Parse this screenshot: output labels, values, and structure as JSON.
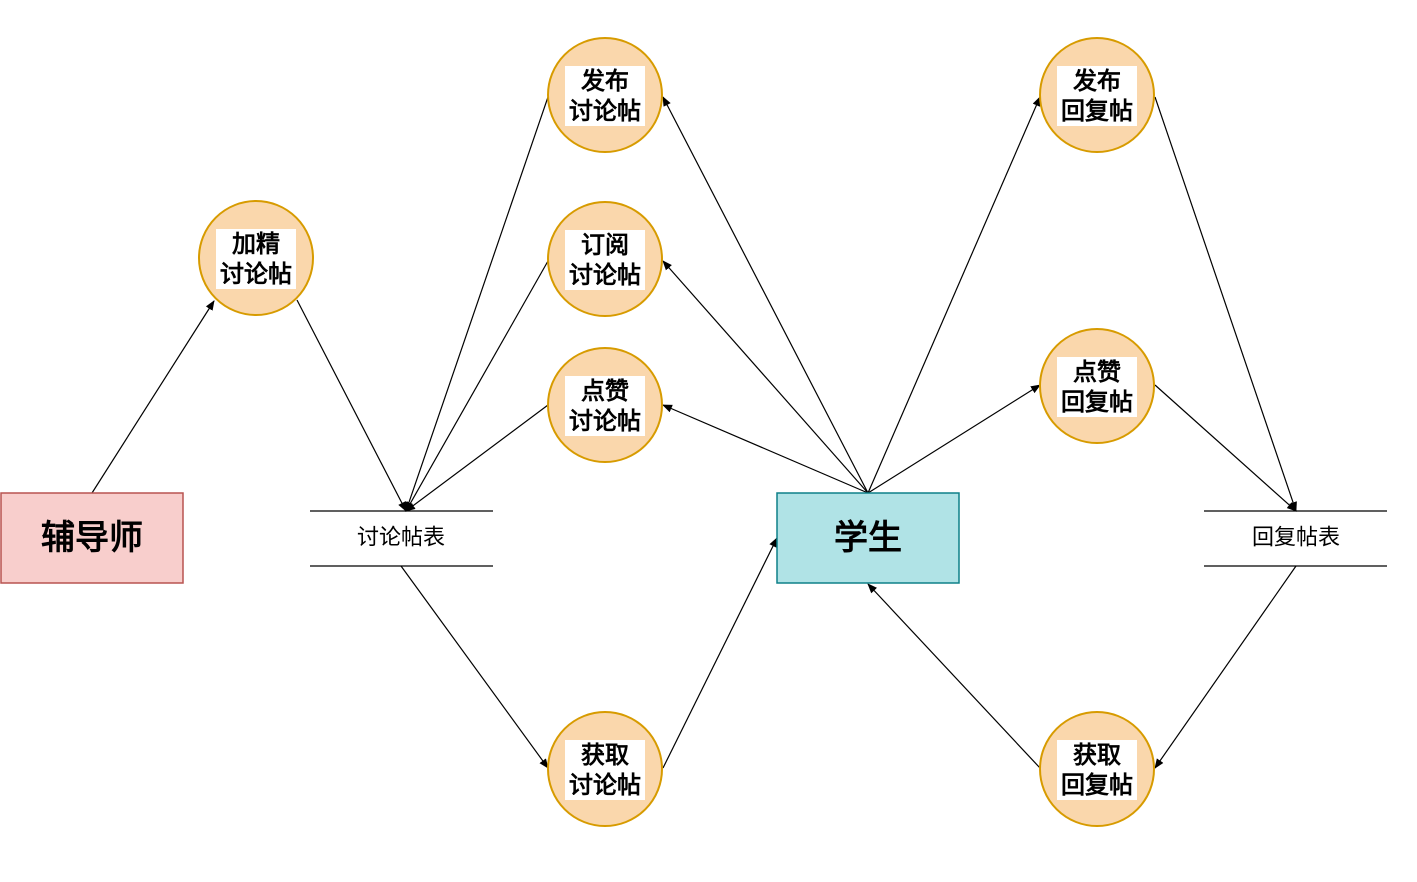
{
  "colors": {
    "process_fill": "#FAD7AC",
    "process_stroke": "#D79B00",
    "tutor_fill": "#F8CECC",
    "tutor_stroke": "#B85450",
    "student_fill": "#B0E3E6",
    "student_stroke": "#0E8088",
    "edge": "#000000"
  },
  "entities": {
    "tutor": "辅导师",
    "student": "学生"
  },
  "stores": {
    "post_table": "讨论帖表",
    "reply_table": "回复帖表"
  },
  "processes": {
    "feature_post": [
      "加精",
      "讨论帖"
    ],
    "publish_post": [
      "发布",
      "讨论帖"
    ],
    "subscribe_post": [
      "订阅",
      "讨论帖"
    ],
    "like_post": [
      "点赞",
      "讨论帖"
    ],
    "get_post": [
      "获取",
      "讨论帖"
    ],
    "publish_reply": [
      "发布",
      "回复帖"
    ],
    "like_reply": [
      "点赞",
      "回复帖"
    ],
    "get_reply": [
      "获取",
      "回复帖"
    ]
  }
}
